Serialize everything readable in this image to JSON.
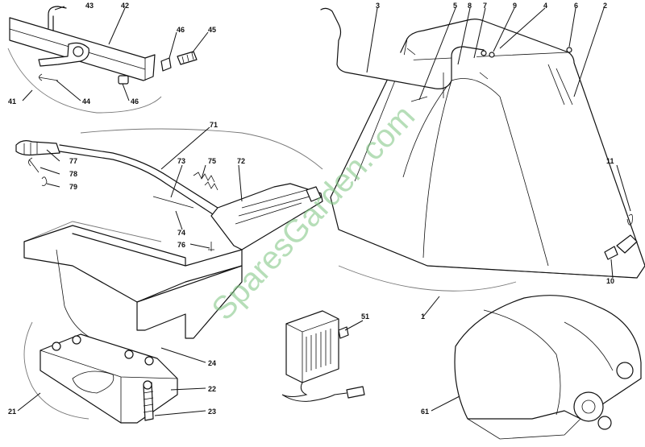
{
  "watermark": "SparesGarden.com",
  "callouts": [
    {
      "id": "c43",
      "text": "43"
    },
    {
      "id": "c42",
      "text": "42"
    },
    {
      "id": "c46a",
      "text": "46"
    },
    {
      "id": "c45",
      "text": "45"
    },
    {
      "id": "c41",
      "text": "41"
    },
    {
      "id": "c44",
      "text": "44"
    },
    {
      "id": "c46b",
      "text": "46"
    },
    {
      "id": "c3",
      "text": "3"
    },
    {
      "id": "c5",
      "text": "5"
    },
    {
      "id": "c8",
      "text": "8"
    },
    {
      "id": "c7",
      "text": "7"
    },
    {
      "id": "c9",
      "text": "9"
    },
    {
      "id": "c4",
      "text": "4"
    },
    {
      "id": "c6",
      "text": "6"
    },
    {
      "id": "c2",
      "text": "2"
    },
    {
      "id": "c71",
      "text": "71"
    },
    {
      "id": "c77",
      "text": "77"
    },
    {
      "id": "c78",
      "text": "78"
    },
    {
      "id": "c79",
      "text": "79"
    },
    {
      "id": "c73",
      "text": "73"
    },
    {
      "id": "c75",
      "text": "75"
    },
    {
      "id": "c72",
      "text": "72"
    },
    {
      "id": "c74",
      "text": "74"
    },
    {
      "id": "c76",
      "text": "76"
    },
    {
      "id": "c11",
      "text": "11"
    },
    {
      "id": "c10",
      "text": "10"
    },
    {
      "id": "c1",
      "text": "1"
    },
    {
      "id": "c51",
      "text": "51"
    },
    {
      "id": "c24",
      "text": "24"
    },
    {
      "id": "c22",
      "text": "22"
    },
    {
      "id": "c21",
      "text": "21"
    },
    {
      "id": "c23",
      "text": "23"
    },
    {
      "id": "c61",
      "text": "61"
    }
  ]
}
